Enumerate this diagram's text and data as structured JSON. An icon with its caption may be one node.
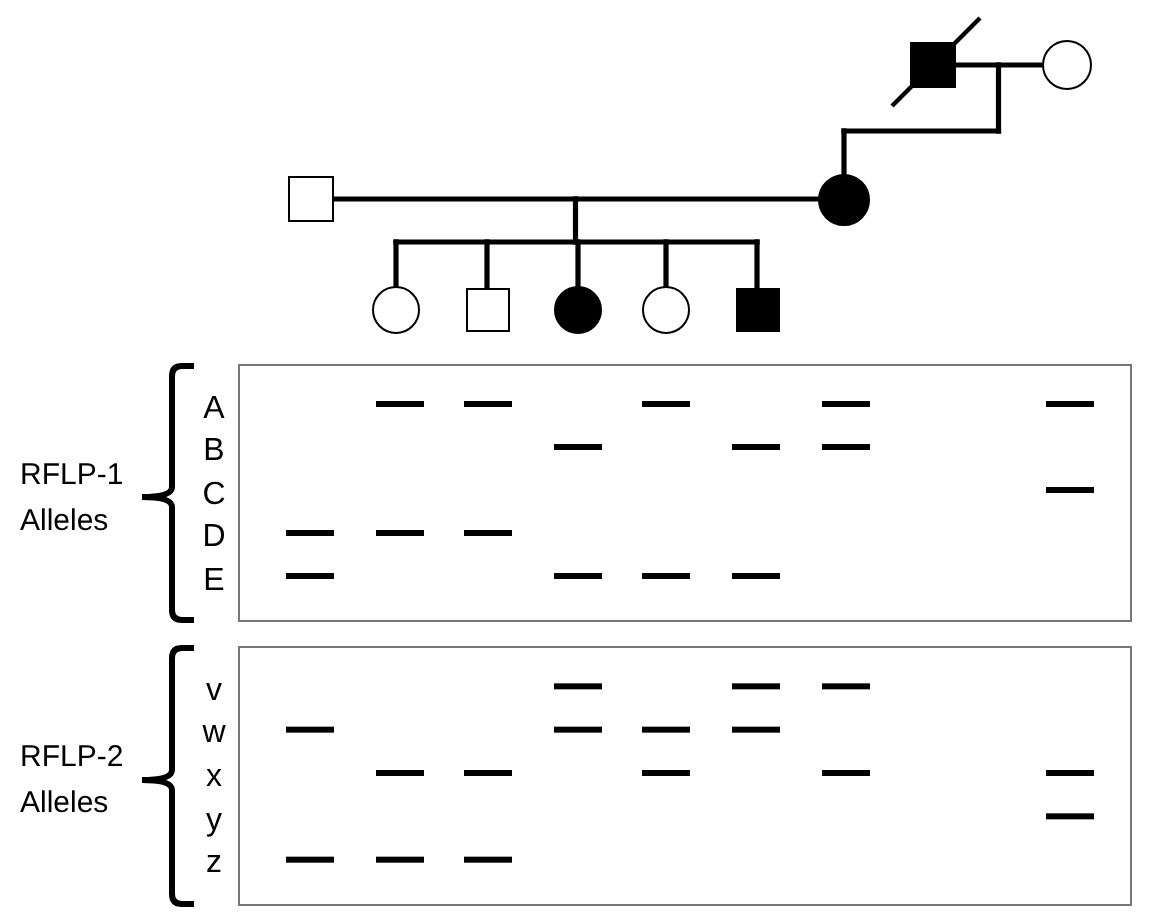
{
  "diagram": {
    "nodes": [
      {
        "text": [],
        "shape": "box"
      },
      {
        "text": [],
        "shape": "circle"
      },
      {
        "text": [],
        "shape": "box"
      },
      {
        "text": [],
        "shape": "circle"
      },
      {
        "text": [],
        "shape": "circle"
      },
      {
        "text": [],
        "shape": "box"
      },
      {
        "text": [],
        "shape": "circle"
      },
      {
        "text": [],
        "shape": "circle"
      },
      {
        "text": [],
        "shape": "box"
      }
    ],
    "edges": [
      {
        "from": 0,
        "to": 1,
        "arrow": "none"
      },
      {
        "from": 0,
        "to": 3,
        "arrow": "none"
      },
      {
        "from": 1,
        "to": 3,
        "arrow": "none"
      },
      {
        "from": 2,
        "to": 3,
        "arrow": "none"
      },
      {
        "from": 2,
        "to": 4,
        "arrow": "none"
      },
      {
        "from": 2,
        "to": 5,
        "arrow": "none"
      },
      {
        "from": 2,
        "to": 6,
        "arrow": "none"
      },
      {
        "from": 2,
        "to": 7,
        "arrow": "none"
      },
      {
        "from": 2,
        "to": 8,
        "arrow": "none"
      },
      {
        "from": 3,
        "to": 4,
        "arrow": "none"
      },
      {
        "from": 3,
        "to": 5,
        "arrow": "none"
      },
      {
        "from": 3,
        "to": 6,
        "arrow": "none"
      },
      {
        "from": 3,
        "to": 7,
        "arrow": "none"
      },
      {
        "from": 3,
        "to": 8,
        "arrow": "none"
      }
    ],
    "labels": [
      "RFLP-1 Alleles",
      "A",
      "B",
      "C",
      "D",
      "E",
      "RFLP-2 Alleles",
      "v",
      "w",
      "x",
      "y",
      "z"
    ]
  }
}
